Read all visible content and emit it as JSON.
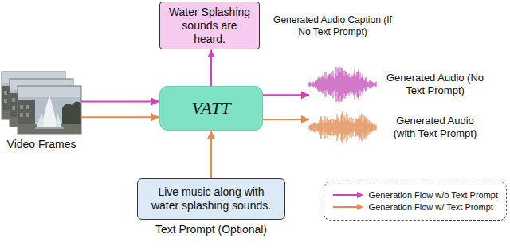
{
  "diagram": {
    "nodes": [
      {
        "text": [
          "Water Splashing sounds are heard.",
          "Generated Audio Caption (If No Text Prompt)"
        ]
      },
      {
        "text": [
          "Video Frames"
        ]
      },
      {
        "text": [
          "VATT"
        ]
      },
      {
        "text": [
          "Generated Audio (No Text Prompt)"
        ]
      },
      {
        "text": [
          "Generated Audio (with Text Prompt)"
        ]
      },
      {
        "text": [
          "Live music along with water splashing sounds.",
          "Text Prompt (Optional)"
        ]
      }
    ],
    "edges": [
      {
        "from": 1,
        "to": 2,
        "arrow": "to"
      },
      {
        "from": 1,
        "to": 2,
        "arrow": "to"
      },
      {
        "from": 2,
        "to": 0,
        "arrow": "to"
      },
      {
        "from": 2,
        "to": 3,
        "arrow": "to"
      },
      {
        "from": 2,
        "to": 4,
        "arrow": "to"
      },
      {
        "from": 5,
        "to": 2,
        "arrow": "to"
      }
    ],
    "legend": [
      {
        "text": "Generation Flow w/o Text Prompt"
      },
      {
        "text": "Generation Flow w/ Text Prompt"
      }
    ]
  }
}
